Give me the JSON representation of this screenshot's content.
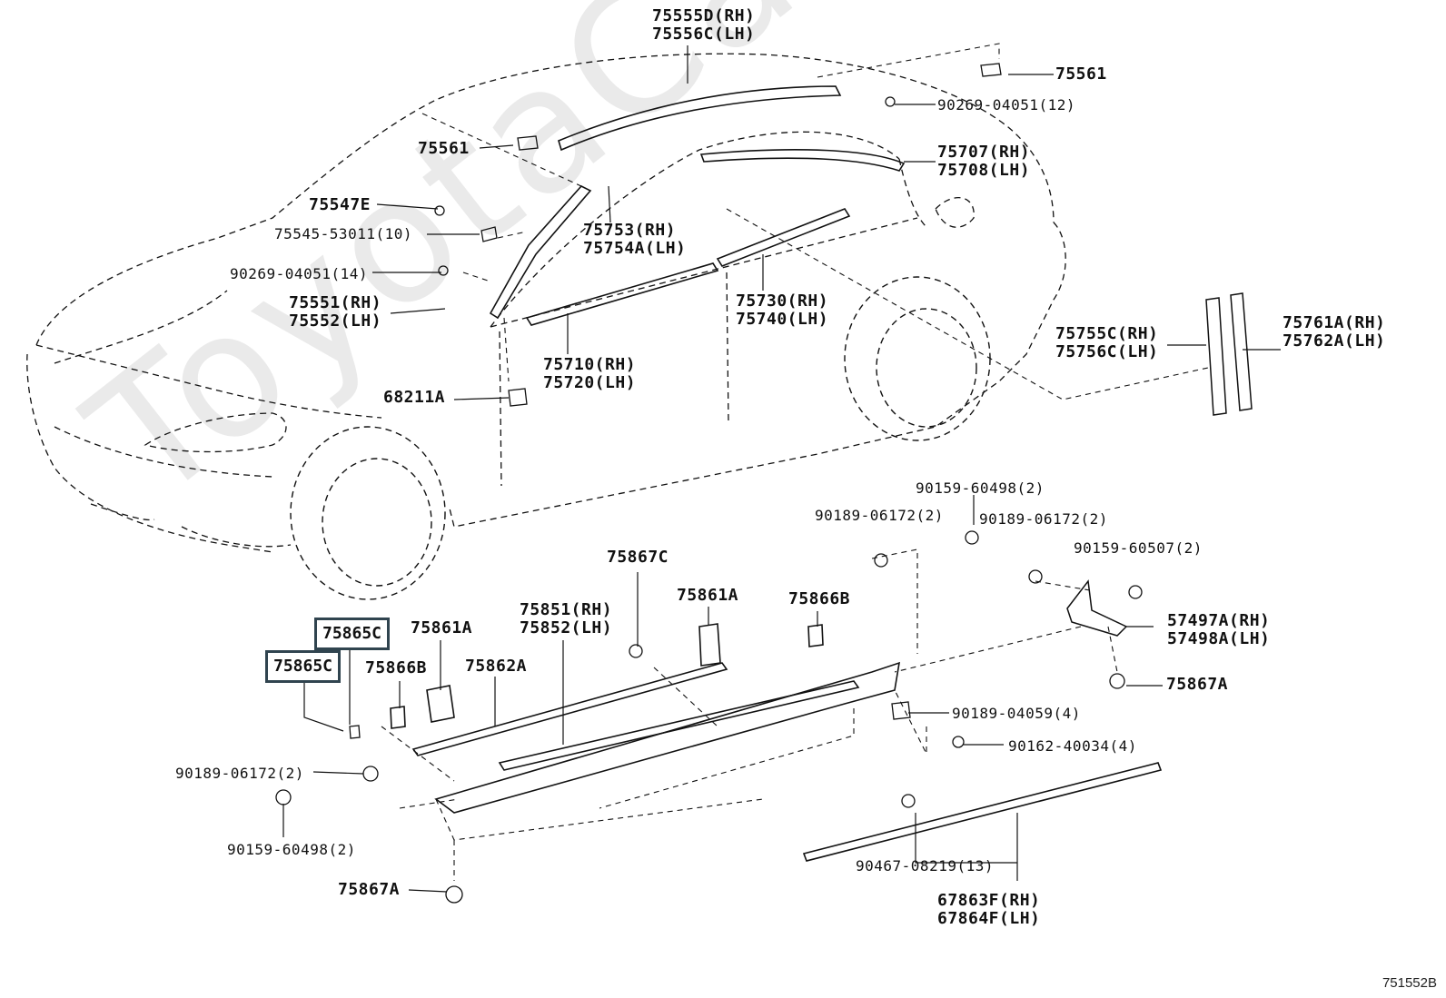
{
  "watermark": "ToyotaCarMine.ru",
  "diagram_code": "751552B",
  "labels": {
    "p75555d": "75555D(RH)",
    "p75556c": "75556C(LH)",
    "p75561_top": "75561",
    "p90269_12": "90269-04051(12)",
    "p75561_left": "75561",
    "p75707": "75707(RH)",
    "p75708": "75708(LH)",
    "p75547e": "75547E",
    "p75545": "75545-53011(10)",
    "p75753": "75753(RH)",
    "p75754a": "75754A(LH)",
    "p90269_14": "90269-04051(14)",
    "p75551": "75551(RH)",
    "p75552": "75552(LH)",
    "p75730": "75730(RH)",
    "p75740": "75740(LH)",
    "p75755c": "75755C(RH)",
    "p75756c": "75756C(LH)",
    "p75761a": "75761A(RH)",
    "p75762a": "75762A(LH)",
    "p75710": "75710(RH)",
    "p75720": "75720(LH)",
    "p68211a": "68211A",
    "p90159_60498_top": "90159-60498(2)",
    "p90189_left": "90189-06172(2)",
    "p90189_right": "90189-06172(2)",
    "p90159_60507": "90159-60507(2)",
    "p75867c": "75867C",
    "p75861a_mid": "75861A",
    "p75866b_top": "75866B",
    "p75851": "75851(RH)",
    "p75852": "75852(LH)",
    "p75861a_left": "75861A",
    "p57497a": "57497A(RH)",
    "p57498a": "57498A(LH)",
    "p75865c_top": "75865C",
    "p75865c_left": "75865C",
    "p75866b_left": "75866B",
    "p75862a": "75862A",
    "p75867a_right": "75867A",
    "p90189_04059": "90189-04059(4)",
    "p90162": "90162-40034(4)",
    "p90189_bottom": "90189-06172(2)",
    "p90159_60498_bottom": "90159-60498(2)",
    "p90467": "90467-08219(13)",
    "p75867a_bottom": "75867A",
    "p67863f": "67863F(RH)",
    "p67864f": "67864F(LH)"
  }
}
